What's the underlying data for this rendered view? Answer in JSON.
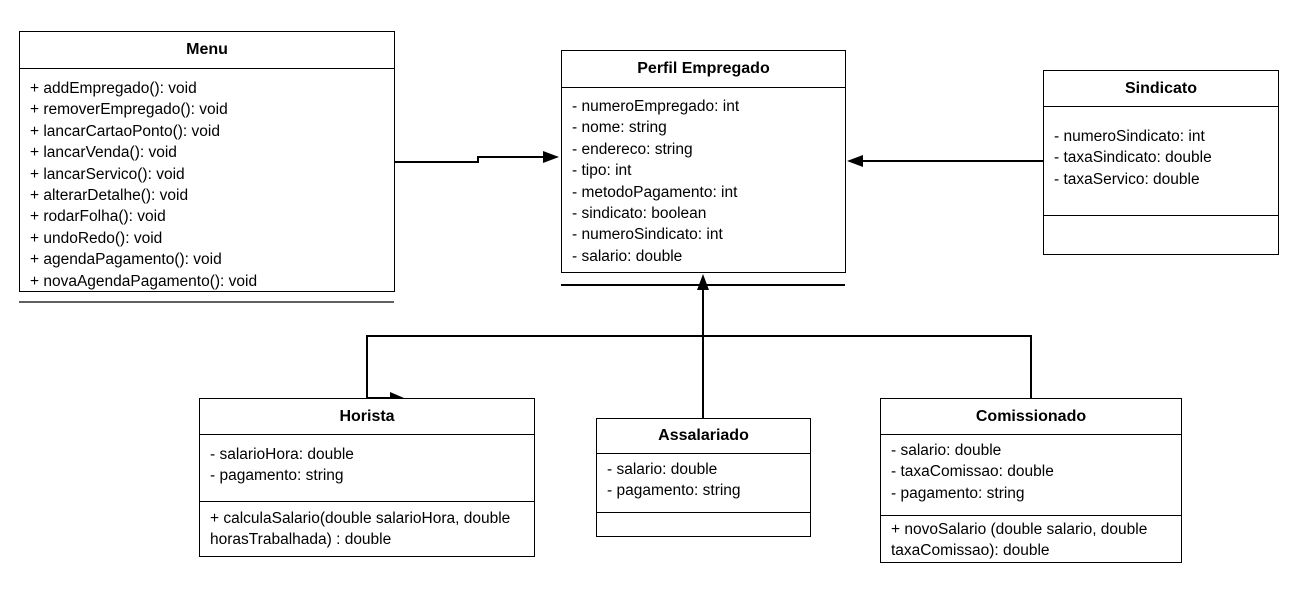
{
  "classes": {
    "menu": {
      "name": "Menu",
      "attributes": [],
      "methods": [
        "+ addEmpregado(): void",
        "+ removerEmpregado(): void",
        "+ lancarCartaoPonto(): void",
        "+ lancarVenda(): void",
        "+ lancarServico(): void",
        "+ alterarDetalhe(): void",
        "+ rodarFolha(): void",
        "+ undoRedo(): void",
        "+ agendaPagamento(): void",
        "+ novaAgendaPagamento(): void"
      ]
    },
    "perfil": {
      "name": "Perfil Empregado",
      "attributes": [
        "- numeroEmpregado: int",
        "- nome: string",
        "- endereco: string",
        "- tipo: int",
        "- metodoPagamento: int",
        "- sindicato: boolean",
        "- numeroSindicato: int",
        "- salario: double"
      ],
      "methods": []
    },
    "sindicato": {
      "name": "Sindicato",
      "attributes": [
        "- numeroSindicato: int",
        "- taxaSindicato: double",
        "- taxaServico: double"
      ],
      "methods": []
    },
    "horista": {
      "name": "Horista",
      "attributes": [
        "- salarioHora: double",
        "- pagamento: string"
      ],
      "methods": [
        "+ calculaSalario(double salarioHora, double horasTrabalhada) : double"
      ]
    },
    "assalariado": {
      "name": "Assalariado",
      "attributes": [
        "- salario:  double",
        "- pagamento: string"
      ],
      "methods": []
    },
    "comissionado": {
      "name": "Comissionado",
      "attributes": [
        "- salario: double",
        "- taxaComissao: double",
        "- pagamento: string"
      ],
      "methods": [
        "+ novoSalario (double salario, double taxaComissao): double"
      ]
    }
  },
  "relations": [
    {
      "from": "Menu",
      "to": "Perfil Empregado",
      "kind": "association"
    },
    {
      "from": "Sindicato",
      "to": "Perfil Empregado",
      "kind": "association"
    },
    {
      "from": "Assalariado",
      "to": "Perfil Empregado",
      "kind": "association"
    },
    {
      "from": "Horista",
      "to": "Perfil Empregado",
      "kind": "association"
    },
    {
      "from": "Comissionado",
      "to": "Perfil Empregado",
      "kind": "association"
    }
  ]
}
